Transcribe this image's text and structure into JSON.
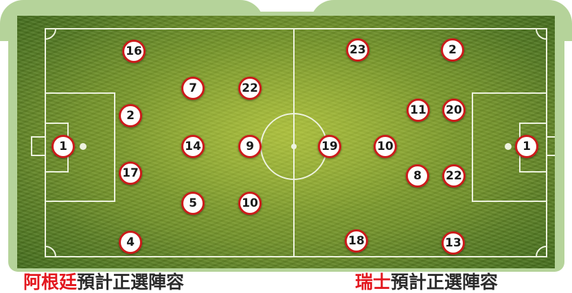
{
  "left_team": {
    "name": "阿根廷",
    "caption": "預計正選陣容",
    "players": [
      {
        "number": "16"
      },
      {
        "number": "7"
      },
      {
        "number": "22"
      },
      {
        "number": "2"
      },
      {
        "number": "1"
      },
      {
        "number": "14"
      },
      {
        "number": "9"
      },
      {
        "number": "17"
      },
      {
        "number": "5"
      },
      {
        "number": "10"
      },
      {
        "number": "4"
      }
    ]
  },
  "right_team": {
    "name": "瑞士",
    "caption": "預計正選陣容",
    "players": [
      {
        "number": "23"
      },
      {
        "number": "2"
      },
      {
        "number": "11"
      },
      {
        "number": "20"
      },
      {
        "number": "19"
      },
      {
        "number": "10"
      },
      {
        "number": "1"
      },
      {
        "number": "8"
      },
      {
        "number": "22"
      },
      {
        "number": "18"
      },
      {
        "number": "13"
      }
    ]
  },
  "colors": {
    "accent_red": "#e3171e",
    "marker_border": "#cc1b1b",
    "frame_green": "#b5d39a"
  }
}
